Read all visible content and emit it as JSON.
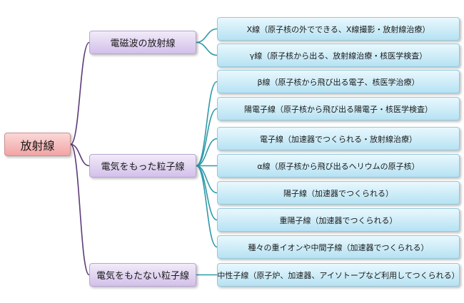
{
  "root": {
    "label": "放射線"
  },
  "categories": [
    {
      "label": "電磁波の放射線"
    },
    {
      "label": "電気をもった粒子線"
    },
    {
      "label": "電気をもたない粒子線"
    }
  ],
  "leaves": [
    {
      "label": "X線（原子核の外でできる、X線撮影・放射線治療）"
    },
    {
      "label": "γ線（原子核から出る、放射線治療・核医学検査）"
    },
    {
      "label": "β線（原子核から飛び出る電子、核医学治療）"
    },
    {
      "label": "陽電子線（原子核から飛び出る陽電子・核医学検査）"
    },
    {
      "label": "電子線（加速器でつくられる・放射線治療）"
    },
    {
      "label": "α線（原子核から飛び出るヘリウムの原子核）"
    },
    {
      "label": "陽子線（加速器でつくられる）"
    },
    {
      "label": "重陽子線（加速器でつくられる）"
    },
    {
      "label": "種々の重イオンや中間子線（加速器でつくられる）"
    },
    {
      "label": "中性子線（原子炉、加速器、アイソトープなど利用してつくられる）"
    }
  ],
  "colors": {
    "root_to_category_line": "#5b3a78",
    "category_to_leaf_line": "#2e9aa8"
  }
}
